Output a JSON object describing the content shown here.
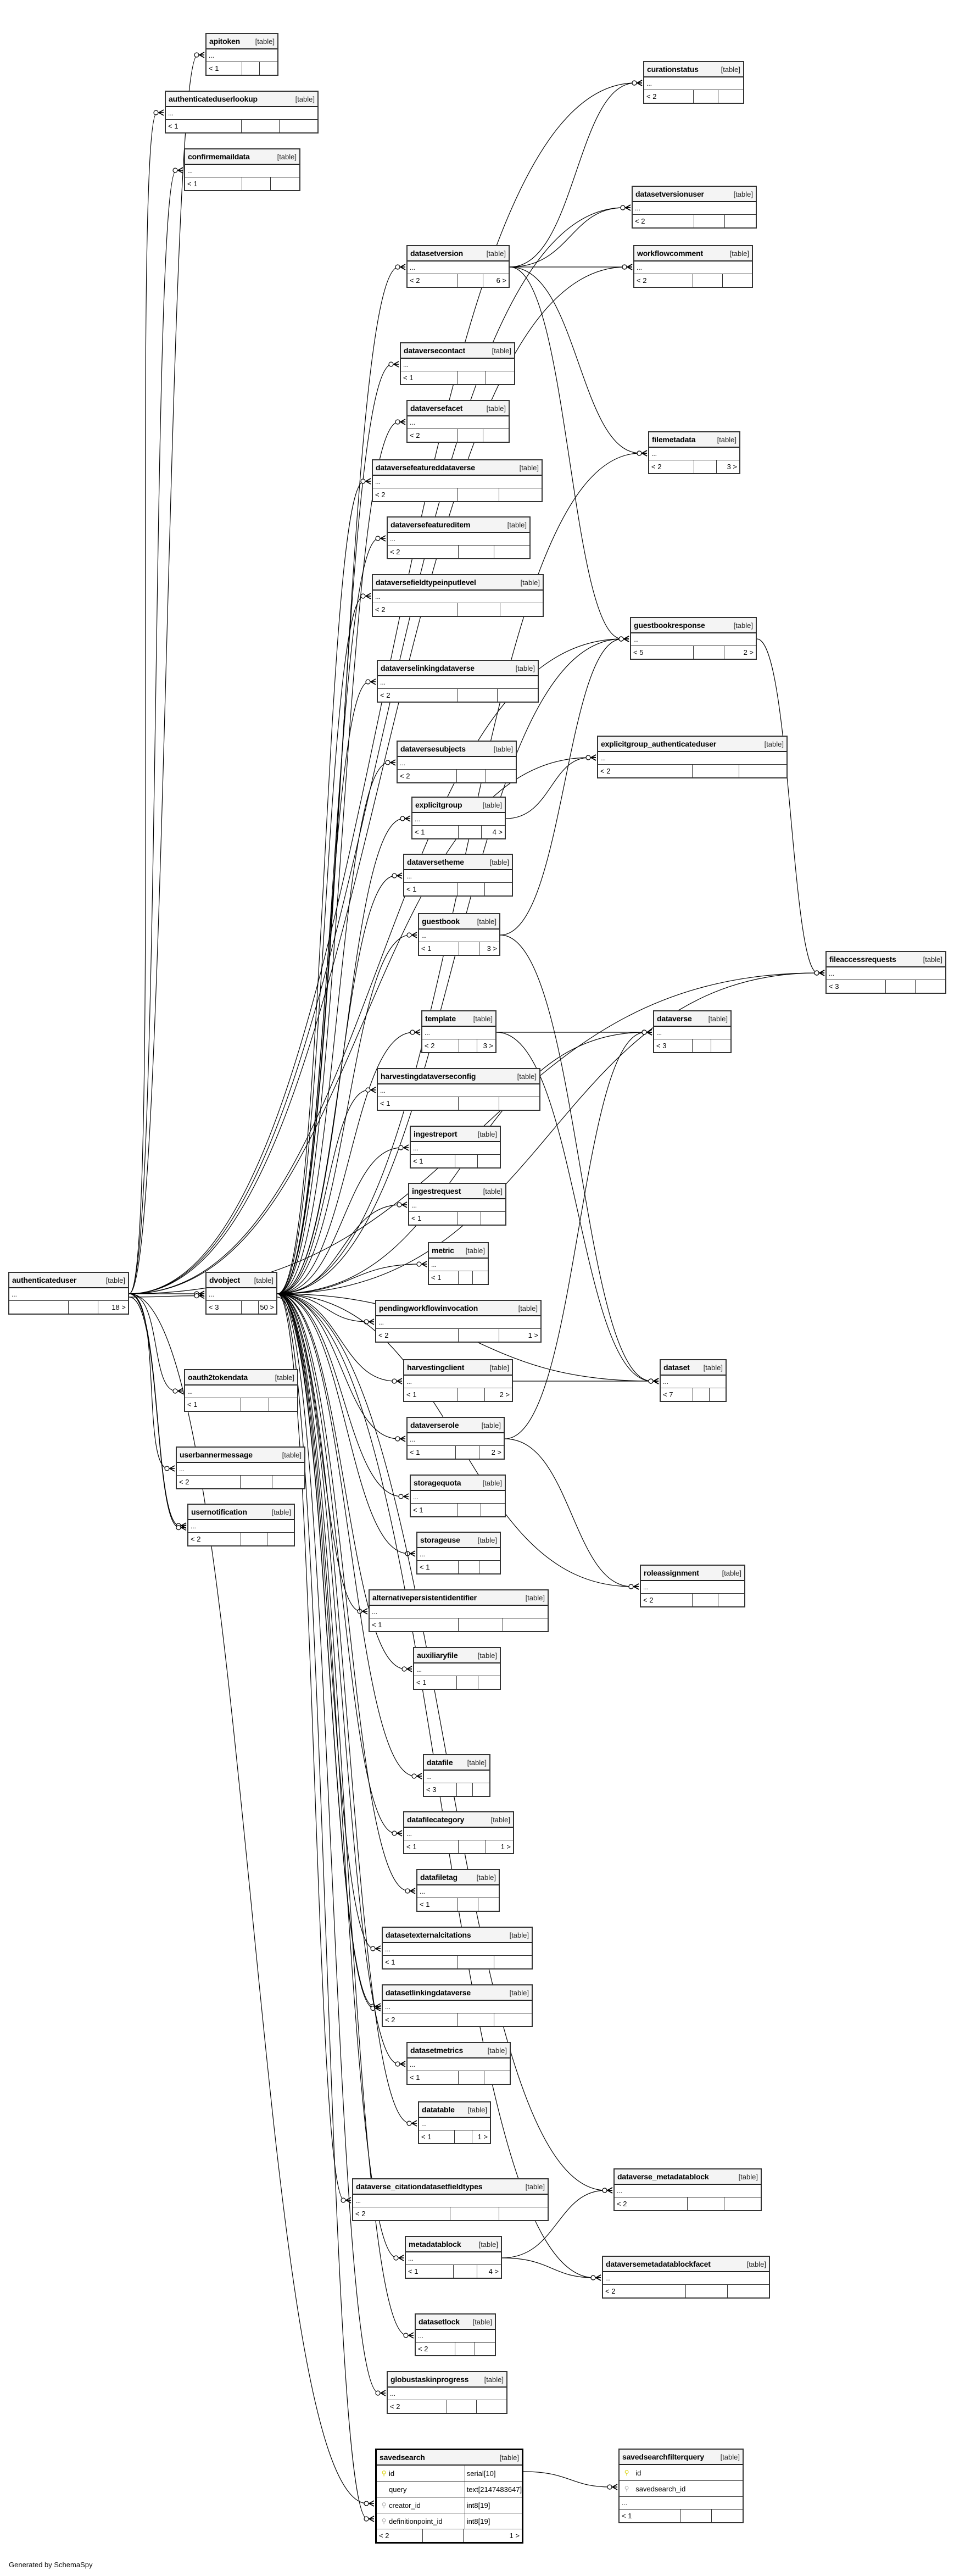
{
  "diagram": {
    "kind_label": "[table]",
    "ellipsis": "...",
    "footer": "Generated by SchemaSpy",
    "focus_table": "savedsearch",
    "tables": [
      {
        "name": "apitoken",
        "parents": "< 1",
        "children": ""
      },
      {
        "name": "authenticateduserlookup",
        "parents": "< 1",
        "children": ""
      },
      {
        "name": "confirmemaildata",
        "parents": "< 1",
        "children": ""
      },
      {
        "name": "curationstatus",
        "parents": "< 2",
        "children": ""
      },
      {
        "name": "datasetversionuser",
        "parents": "< 2",
        "children": ""
      },
      {
        "name": "workflowcomment",
        "parents": "< 2",
        "children": ""
      },
      {
        "name": "datasetversion",
        "parents": "< 2",
        "children": "6 >"
      },
      {
        "name": "dataversecontact",
        "parents": "< 1",
        "children": ""
      },
      {
        "name": "dataversefacet",
        "parents": "< 2",
        "children": ""
      },
      {
        "name": "dataversefeatureddataverse",
        "parents": "< 2",
        "children": ""
      },
      {
        "name": "dataversefeatureditem",
        "parents": "< 2",
        "children": ""
      },
      {
        "name": "dataversefieldtypeinputlevel",
        "parents": "< 2",
        "children": ""
      },
      {
        "name": "filemetadata",
        "parents": "< 2",
        "children": "3 >"
      },
      {
        "name": "guestbookresponse",
        "parents": "< 5",
        "children": "2 >"
      },
      {
        "name": "dataverselinkingdataverse",
        "parents": "< 2",
        "children": ""
      },
      {
        "name": "dataversesubjects",
        "parents": "< 2",
        "children": ""
      },
      {
        "name": "explicitgroup_authenticateduser",
        "parents": "< 2",
        "children": ""
      },
      {
        "name": "explicitgroup",
        "parents": "< 1",
        "children": "4 >"
      },
      {
        "name": "dataversetheme",
        "parents": "< 1",
        "children": ""
      },
      {
        "name": "guestbook",
        "parents": "< 1",
        "children": "3 >"
      },
      {
        "name": "fileaccessrequests",
        "parents": "< 3",
        "children": ""
      },
      {
        "name": "template",
        "parents": "< 2",
        "children": "3 >"
      },
      {
        "name": "dataverse",
        "parents": "< 3",
        "children": ""
      },
      {
        "name": "harvestingdataverseconfig",
        "parents": "< 1",
        "children": ""
      },
      {
        "name": "ingestreport",
        "parents": "< 1",
        "children": ""
      },
      {
        "name": "ingestrequest",
        "parents": "< 1",
        "children": ""
      },
      {
        "name": "metric",
        "parents": "< 1",
        "children": ""
      },
      {
        "name": "authenticateduser",
        "parents": "",
        "children": "18 >"
      },
      {
        "name": "dvobject",
        "parents": "< 3",
        "children": "50 >"
      },
      {
        "name": "pendingworkflowinvocation",
        "parents": "< 2",
        "children": "1 >"
      },
      {
        "name": "harvestingclient",
        "parents": "< 1",
        "children": "2 >"
      },
      {
        "name": "dataset",
        "parents": "< 7",
        "children": ""
      },
      {
        "name": "oauth2tokendata",
        "parents": "< 1",
        "children": ""
      },
      {
        "name": "dataverserole",
        "parents": "< 1",
        "children": "2 >"
      },
      {
        "name": "userbannermessage",
        "parents": "< 2",
        "children": ""
      },
      {
        "name": "storagequota",
        "parents": "< 1",
        "children": ""
      },
      {
        "name": "usernotification",
        "parents": "< 2",
        "children": ""
      },
      {
        "name": "storageuse",
        "parents": "< 1",
        "children": ""
      },
      {
        "name": "roleassignment",
        "parents": "< 2",
        "children": ""
      },
      {
        "name": "alternativepersistentidentifier",
        "parents": "< 1",
        "children": ""
      },
      {
        "name": "auxiliaryfile",
        "parents": "< 1",
        "children": ""
      },
      {
        "name": "datafile",
        "parents": "< 3",
        "children": ""
      },
      {
        "name": "datafilecategory",
        "parents": "< 1",
        "children": "1 >"
      },
      {
        "name": "datafiletag",
        "parents": "< 1",
        "children": ""
      },
      {
        "name": "datasetexternalcitations",
        "parents": "< 1",
        "children": ""
      },
      {
        "name": "datasetlinkingdataverse",
        "parents": "< 2",
        "children": ""
      },
      {
        "name": "datasetmetrics",
        "parents": "< 1",
        "children": ""
      },
      {
        "name": "datatable",
        "parents": "< 1",
        "children": "1 >"
      },
      {
        "name": "dataverse_citationdatasetfieldtypes",
        "parents": "< 2",
        "children": ""
      },
      {
        "name": "dataverse_metadatablock",
        "parents": "< 2",
        "children": ""
      },
      {
        "name": "metadatablock",
        "parents": "< 1",
        "children": "4 >"
      },
      {
        "name": "dataversemetadatablockfacet",
        "parents": "< 2",
        "children": ""
      },
      {
        "name": "datasetlock",
        "parents": "< 2",
        "children": ""
      },
      {
        "name": "globustaskinprogress",
        "parents": "< 2",
        "children": ""
      }
    ],
    "savedsearch": {
      "name": "savedsearch",
      "columns": [
        {
          "key": "pk",
          "name": "id",
          "type": "serial[10]"
        },
        {
          "key": "",
          "name": "query",
          "type": "text[2147483647]"
        },
        {
          "key": "fk",
          "name": "creator_id",
          "type": "int8[19]"
        },
        {
          "key": "fk",
          "name": "definitionpoint_id",
          "type": "int8[19]"
        }
      ],
      "parents": "< 2",
      "children": "1 >"
    },
    "savedsearchfilterquery": {
      "name": "savedsearchfilterquery",
      "columns": [
        {
          "key": "pk",
          "name": "id"
        },
        {
          "key": "fk",
          "name": "savedsearch_id"
        }
      ],
      "parents": "< 1",
      "children": ""
    },
    "relationships": [
      [
        "authenticateduser",
        "apitoken"
      ],
      [
        "authenticateduser",
        "authenticateduserlookup"
      ],
      [
        "authenticateduser",
        "confirmemaildata"
      ],
      [
        "authenticateduser",
        "curationstatus"
      ],
      [
        "datasetversion",
        "curationstatus"
      ],
      [
        "authenticateduser",
        "datasetversionuser"
      ],
      [
        "datasetversion",
        "datasetversionuser"
      ],
      [
        "authenticateduser",
        "workflowcomment"
      ],
      [
        "datasetversion",
        "workflowcomment"
      ],
      [
        "dvobject",
        "datasetversion"
      ],
      [
        "datasetversion",
        "filemetadata"
      ],
      [
        "dvobject",
        "filemetadata"
      ],
      [
        "datasetversion",
        "guestbookresponse"
      ],
      [
        "dvobject",
        "dataversecontact"
      ],
      [
        "dvobject",
        "dataversefacet"
      ],
      [
        "dvobject",
        "dataversefeatureddataverse"
      ],
      [
        "dvobject",
        "dataversefeatureditem"
      ],
      [
        "dvobject",
        "dataversefieldtypeinputlevel"
      ],
      [
        "authenticateduser",
        "guestbookresponse"
      ],
      [
        "dvobject",
        "guestbookresponse"
      ],
      [
        "dvobject",
        "dataverselinkingdataverse"
      ],
      [
        "dvobject",
        "dataversesubjects"
      ],
      [
        "authenticateduser",
        "explicitgroup_authenticateduser"
      ],
      [
        "explicitgroup",
        "explicitgroup_authenticateduser"
      ],
      [
        "dvobject",
        "explicitgroup"
      ],
      [
        "dvobject",
        "dataversetheme"
      ],
      [
        "dvobject",
        "guestbook"
      ],
      [
        "guestbook",
        "guestbookresponse"
      ],
      [
        "guestbook",
        "dataset"
      ],
      [
        "authenticateduser",
        "fileaccessrequests"
      ],
      [
        "guestbookresponse",
        "fileaccessrequests"
      ],
      [
        "dvobject",
        "fileaccessrequests"
      ],
      [
        "dvobject",
        "template"
      ],
      [
        "template",
        "dataverse"
      ],
      [
        "template",
        "dataset"
      ],
      [
        "dvobject",
        "dataverse"
      ],
      [
        "dvobject",
        "harvestingdataverseconfig"
      ],
      [
        "dvobject",
        "ingestreport"
      ],
      [
        "dvobject",
        "ingestrequest"
      ],
      [
        "dvobject",
        "metric"
      ],
      [
        "authenticateduser",
        "dvobject"
      ],
      [
        "authenticateduser",
        "dvobject"
      ],
      [
        "dvobject",
        "pendingworkflowinvocation"
      ],
      [
        "dvobject",
        "harvestingclient"
      ],
      [
        "harvestingclient",
        "dataset"
      ],
      [
        "dvobject",
        "dataverserole"
      ],
      [
        "dataverserole",
        "dataverse"
      ],
      [
        "dataverserole",
        "roleassignment"
      ],
      [
        "dvobject",
        "dataset"
      ],
      [
        "authenticateduser",
        "oauth2tokendata"
      ],
      [
        "authenticateduser",
        "userbannermessage"
      ],
      [
        "authenticateduser",
        "usernotification"
      ],
      [
        "authenticateduser",
        "usernotification"
      ],
      [
        "dvobject",
        "storagequota"
      ],
      [
        "dvobject",
        "storageuse"
      ],
      [
        "dvobject",
        "roleassignment"
      ],
      [
        "dvobject",
        "alternativepersistentidentifier"
      ],
      [
        "dvobject",
        "auxiliaryfile"
      ],
      [
        "dvobject",
        "datafile"
      ],
      [
        "dvobject",
        "datafilecategory"
      ],
      [
        "dvobject",
        "datafiletag"
      ],
      [
        "dvobject",
        "datasetexternalcitations"
      ],
      [
        "dvobject",
        "datasetlinkingdataverse"
      ],
      [
        "dvobject",
        "datasetlinkingdataverse"
      ],
      [
        "dvobject",
        "datasetmetrics"
      ],
      [
        "dvobject",
        "datatable"
      ],
      [
        "dvobject",
        "dataverse_citationdatasetfieldtypes"
      ],
      [
        "dvobject",
        "dataverse_metadatablock"
      ],
      [
        "metadatablock",
        "dataverse_metadatablock"
      ],
      [
        "dvobject",
        "metadatablock"
      ],
      [
        "metadatablock",
        "dataversemetadatablockfacet"
      ],
      [
        "dvobject",
        "dataversemetadatablockfacet"
      ],
      [
        "dvobject",
        "datasetlock"
      ],
      [
        "dvobject",
        "globustaskinprogress"
      ],
      [
        "authenticateduser",
        "savedsearch"
      ],
      [
        "dvobject",
        "savedsearch"
      ],
      [
        "savedsearch",
        "savedsearchfilterquery"
      ]
    ]
  }
}
